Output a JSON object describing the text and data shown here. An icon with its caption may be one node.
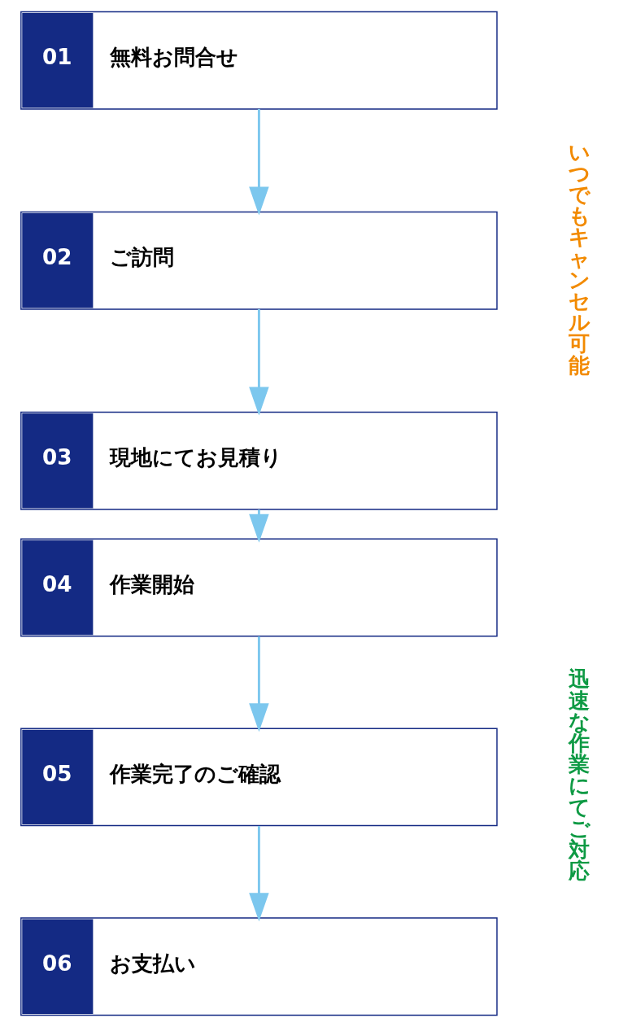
{
  "diagram": {
    "nodes": [
      {
        "text": [
          "01",
          "無料お問合せ"
        ]
      },
      {
        "text": [
          "02",
          "ご訪問"
        ]
      },
      {
        "text": [
          "03",
          "現地にてお見積り"
        ]
      },
      {
        "text": [
          "04",
          "作業開始"
        ]
      },
      {
        "text": [
          "05",
          "作業完了のご確認"
        ]
      },
      {
        "text": [
          "06",
          "お支払い"
        ]
      }
    ],
    "edges": [
      {
        "from": 0,
        "to": 1,
        "arrow": "to"
      },
      {
        "from": 1,
        "to": 2,
        "arrow": "to"
      },
      {
        "from": 2,
        "to": 3,
        "arrow": "to"
      },
      {
        "from": 3,
        "to": 4,
        "arrow": "to"
      },
      {
        "from": 4,
        "to": 5,
        "arrow": "to"
      }
    ],
    "labels": [
      "いつでもキャンセル可能",
      "迅速な作業にてご対応"
    ]
  }
}
